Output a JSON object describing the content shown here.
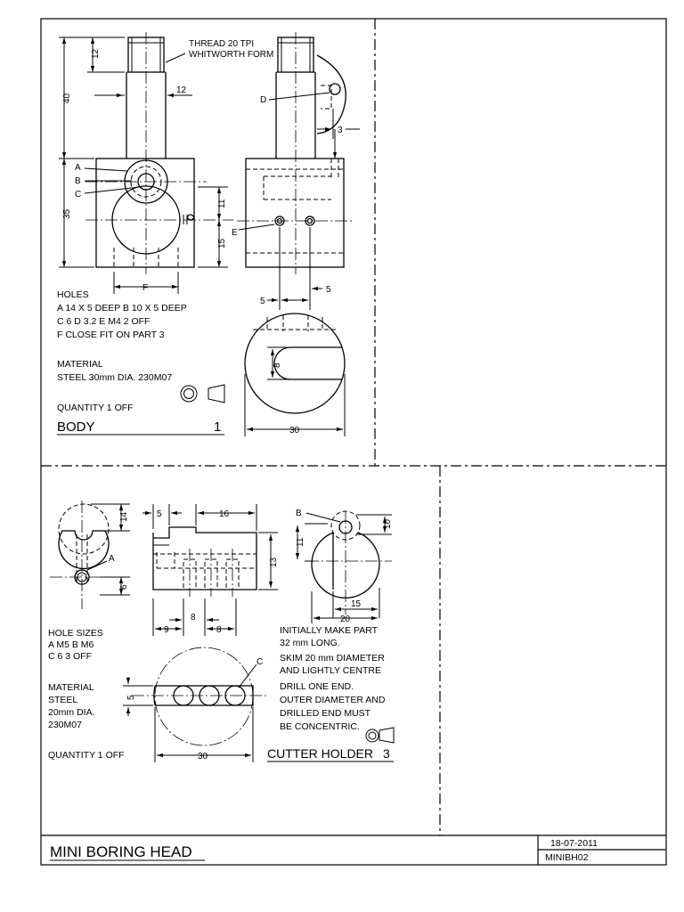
{
  "body_part": {
    "thread_note_1": "THREAD 20 TPI",
    "thread_note_2": "WHITWORTH FORM",
    "dims": {
      "d12a": "12",
      "d40": "40",
      "d12b": "12",
      "d35": "35",
      "d11": "11",
      "d15": "15",
      "d3": "3",
      "d5a": "5",
      "d5b": "5",
      "d8": "8",
      "d30": "30"
    },
    "labels": {
      "a": "A",
      "b": "B",
      "c": "C",
      "d": "D",
      "e": "E",
      "f": "F"
    },
    "holes_heading": "HOLES",
    "holes_line1": "A 14 X 5 DEEP    B 10 X 5 DEEP",
    "holes_line2": "C 6    D 3.2    E M4 2 OFF",
    "holes_line3": "F CLOSE FIT ON PART 3",
    "material_heading": "MATERIAL",
    "material_spec": "STEEL 30mm DIA. 230M07",
    "quantity": "QUANTITY 1 OFF",
    "title": "BODY",
    "part_no": "1"
  },
  "cutter_holder": {
    "dims": {
      "d14": "14",
      "d6": "6",
      "d5": "5",
      "d16": "16",
      "d13": "13",
      "d8a": "8",
      "d9": "9",
      "d8b": "8",
      "d10": "10",
      "d11": "11",
      "d15": "15",
      "d20": "20",
      "d5s": "5",
      "d30": "30"
    },
    "labels": {
      "a": "A",
      "b": "B",
      "c": "C"
    },
    "hole_sizes_heading": "HOLE SIZES",
    "hole_sizes_line1": "A M5  B M6",
    "hole_sizes_line2": "C 6  3 OFF",
    "material_heading": "MATERIAL",
    "material_line1": "STEEL",
    "material_line2": "20mm DIA.",
    "material_line3": "230M07",
    "quantity": "QUANTITY 1 OFF",
    "note_lines": [
      "INITIALLY MAKE PART",
      "32 mm LONG.",
      "SKIM 20 mm DIAMETER",
      "AND LIGHTLY CENTRE",
      "DRILL ONE END.",
      "OUTER DIAMETER AND",
      "DRILLED END MUST",
      "BE CONCENTRIC."
    ],
    "title": "CUTTER HOLDER",
    "part_no": "3"
  },
  "title_block": {
    "drawing_title": "MINI BORING HEAD",
    "date": "18-07-2011",
    "drawing_no": "MINIBH02"
  }
}
